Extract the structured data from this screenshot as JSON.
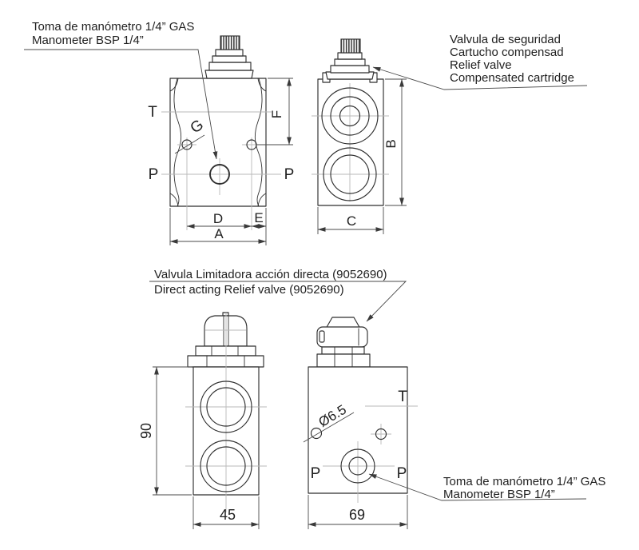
{
  "colors": {
    "line": "#2f2f2f",
    "construction": "#b8b8b8",
    "dimension": "#4a4a4a",
    "text": "#1f1f1f",
    "background": "#ffffff"
  },
  "annotations": {
    "manometer_top": {
      "line1": "Toma de manómetro 1/4” GAS",
      "line2": "Manometer BSP 1/4”"
    },
    "relief_cartridge": {
      "line1": "Valvula de seguridad",
      "line2": "Cartucho compensad",
      "line3": "Relief valve",
      "line4": "Compensated cartridge"
    },
    "direct_relief": {
      "line1": "Valvula Limitadora acción directa (9052690)",
      "line2": "Direct acting Relief valve (9052690)"
    },
    "manometer_bottom": {
      "line1": "Toma de manómetro 1/4” GAS",
      "line2": "Manometer BSP 1/4”"
    }
  },
  "views": {
    "front_top": {
      "port_t": "T",
      "port_p_left": "P",
      "port_p_right": "P",
      "port_g": "G",
      "dim_a": "A",
      "dim_d": "D",
      "dim_e": "E",
      "dim_f": "F"
    },
    "side_top": {
      "dim_b": "B",
      "dim_c": "C"
    },
    "side_bottom": {
      "dim_height": "90",
      "dim_width": "45"
    },
    "front_bottom": {
      "port_t": "T",
      "port_p_left": "P",
      "port_p_right": "P",
      "hole_diameter": "Ø6.5",
      "dim_width": "69"
    }
  }
}
